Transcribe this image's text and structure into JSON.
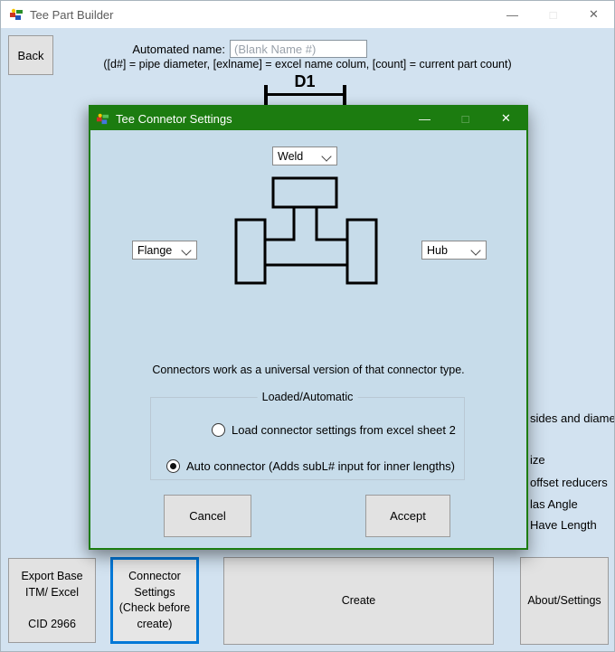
{
  "window": {
    "title": "Tee Part Builder"
  },
  "icons": {
    "minimize": "—",
    "maximize": "□",
    "close": "✕"
  },
  "header": {
    "back": "Back",
    "automated_name_label": "Automated name:",
    "name_value": "",
    "name_placeholder": "(Blank Name #)",
    "hint": "([d#] = pipe diameter, [exlname] = excel name colum, [count] = current part count)",
    "dimension_label": "D1"
  },
  "dialog": {
    "title": "Tee Connetor Settings",
    "combos": {
      "top": "Weld",
      "left": "Flange",
      "right": "Hub"
    },
    "description": "Connectors work as a universal version of that connector type.",
    "group_title": "Loaded/Automatic",
    "radio_load": {
      "label": "Load connector settings from excel sheet 2",
      "selected": false
    },
    "radio_auto": {
      "label": "Auto connector (Adds subL# input for inner lengths)",
      "selected": true
    },
    "cancel": "Cancel",
    "accept": "Accept"
  },
  "background_labels": {
    "l1": "sides and diameter",
    "l2": "ize",
    "l3": "offset reducers",
    "l4": "las Angle",
    "l5": "Have Length"
  },
  "footer": {
    "export": "Export Base\nITM/ Excel\n\nCID 2966",
    "connector": "Connector\nSettings\n(Check before\ncreate)",
    "create": "Create",
    "about": "About/Settings"
  },
  "colors": {
    "main_bg": "#d2e2f0",
    "dialog_bg": "#c7dcea",
    "dialog_green": "#1c7c10",
    "focus_blue": "#0078d7",
    "button_gray": "#e2e2e2"
  }
}
